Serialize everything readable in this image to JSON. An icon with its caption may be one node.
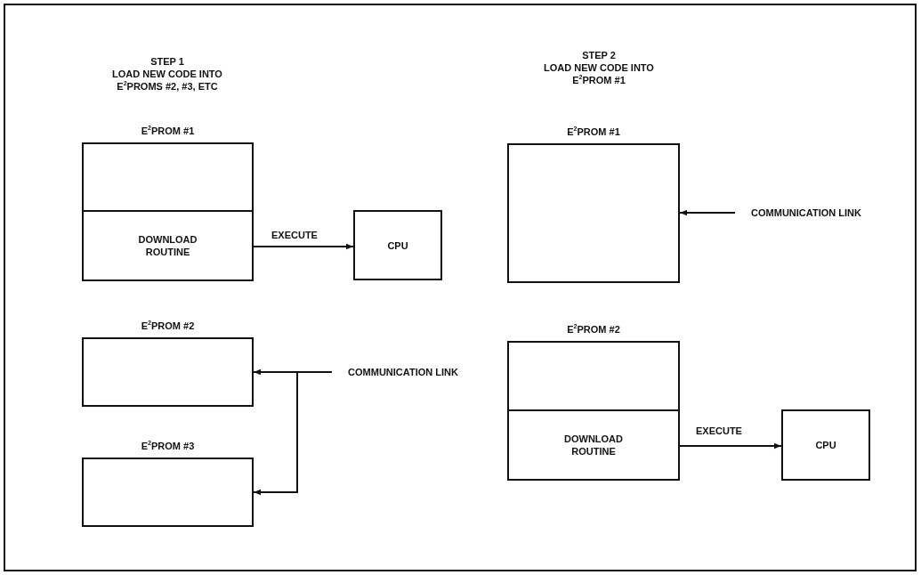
{
  "diagram": {
    "nodes": [
      {
        "text": [
          "E$^{2}$PROM #1"
        ]
      },
      {
        "text": [
          "DOWNLOAD ROUTINE"
        ],
        "in": 0
      },
      {
        "text": [
          "CPU"
        ]
      },
      {
        "text": [
          "E$^{2}$PROM #2"
        ]
      },
      {
        "text": [
          "E$^{2}$PROM #3"
        ]
      },
      {
        "text": [
          "COMMUNICATION LINK"
        ]
      },
      {
        "text": [
          "E$^{2}$PROM #1"
        ]
      },
      {
        "text": [
          "COMMUNICATION LINK"
        ]
      },
      {
        "text": [
          "E$^{2}$PROM #2"
        ]
      },
      {
        "text": [
          "DOWNLOAD ROUTINE"
        ],
        "in": 8
      },
      {
        "text": [
          "CPU"
        ]
      }
    ],
    "edges": [
      {
        "from": 1,
        "to": 2,
        "arrow": "to",
        "label": "EXECUTE"
      },
      {
        "from": 5,
        "to": 3,
        "arrow": "to"
      },
      {
        "from": 5,
        "to": 4,
        "arrow": "to"
      },
      {
        "from": 7,
        "to": 6,
        "arrow": "to"
      },
      {
        "from": 9,
        "to": 10,
        "arrow": "to",
        "label": "EXECUTE"
      }
    ],
    "labels": [
      "STEP 1",
      "LOAD NEW CODE INTO E$^{2}$PROMS #2, #3, ETC",
      "STEP 2",
      "LOAD NEW CODE INTO E$^{2}$PROM #1"
    ]
  }
}
